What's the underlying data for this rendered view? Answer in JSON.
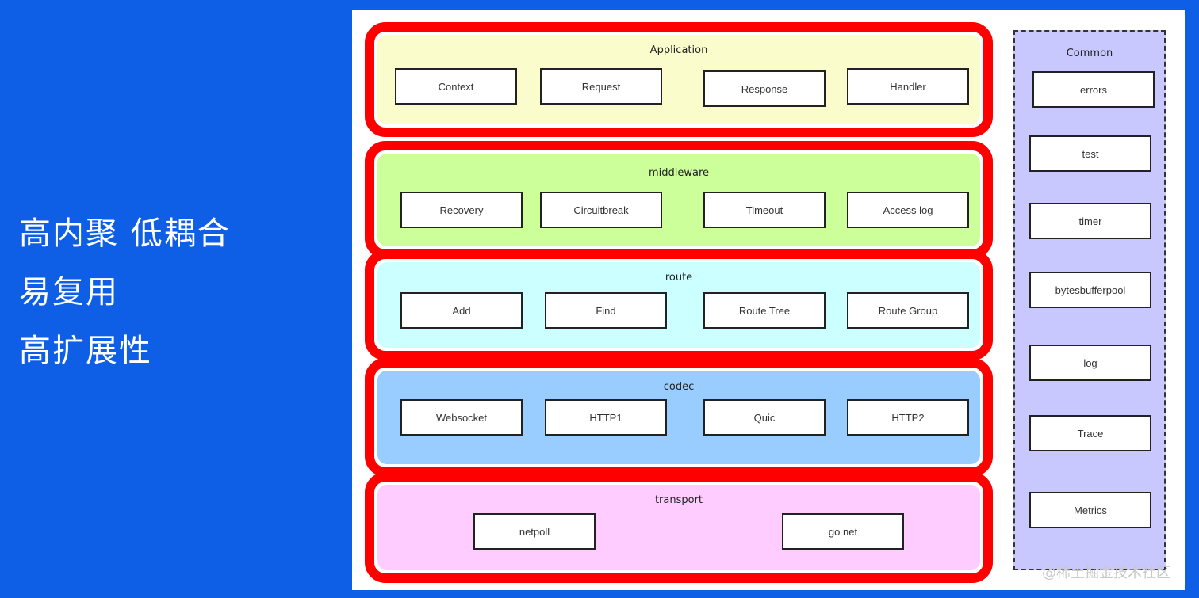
{
  "left_panel": {
    "lines": [
      "高内聚 低耦合",
      "易复用",
      "高扩展性"
    ]
  },
  "layers": {
    "application": {
      "title": "Application",
      "items": [
        "Context",
        "Request",
        "Response",
        "Handler"
      ]
    },
    "middleware": {
      "title": "middleware",
      "items": [
        "Recovery",
        "Circuitbreak",
        "Timeout",
        "Access log"
      ]
    },
    "route": {
      "title": "route",
      "items": [
        "Add",
        "Find",
        "Route Tree",
        "Route Group"
      ]
    },
    "codec": {
      "title": "codec",
      "items": [
        "Websocket",
        "HTTP1",
        "Quic",
        "HTTP2"
      ]
    },
    "transport": {
      "title": "transport",
      "items": [
        "netpoll",
        "go net"
      ]
    }
  },
  "common": {
    "title": "Common",
    "items": [
      "errors",
      "test",
      "timer",
      "bytesbufferpool",
      "log",
      "Trace",
      "Metrics"
    ]
  },
  "watermark": "@稀土掘金技术社区",
  "colors": {
    "background": "#0f5ee6",
    "layer_border": "#ff0000",
    "application_fill": "#fbfccb",
    "middleware_fill": "#ccff99",
    "route_fill": "#ccffff",
    "codec_fill": "#99ccff",
    "transport_fill": "#ffccff",
    "common_fill": "#c8c8ff"
  }
}
